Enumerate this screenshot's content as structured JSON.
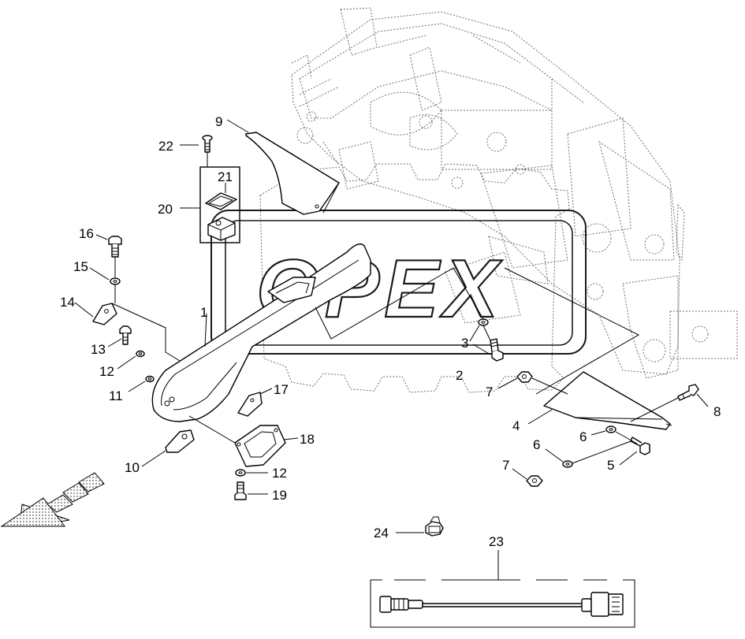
{
  "watermark": {
    "text": "OPEX"
  },
  "callouts": [
    {
      "id": "c1",
      "label": "1"
    },
    {
      "id": "c2",
      "label": "2"
    },
    {
      "id": "c3",
      "label": "3"
    },
    {
      "id": "c4",
      "label": "4"
    },
    {
      "id": "c5",
      "label": "5"
    },
    {
      "id": "c6a",
      "label": "6"
    },
    {
      "id": "c6b",
      "label": "6"
    },
    {
      "id": "c7a",
      "label": "7"
    },
    {
      "id": "c7b",
      "label": "7"
    },
    {
      "id": "c8",
      "label": "8"
    },
    {
      "id": "c9",
      "label": "9"
    },
    {
      "id": "c10",
      "label": "10"
    },
    {
      "id": "c11",
      "label": "11"
    },
    {
      "id": "c12a",
      "label": "12"
    },
    {
      "id": "c12b",
      "label": "12"
    },
    {
      "id": "c13",
      "label": "13"
    },
    {
      "id": "c14",
      "label": "14"
    },
    {
      "id": "c15",
      "label": "15"
    },
    {
      "id": "c16",
      "label": "16"
    },
    {
      "id": "c17",
      "label": "17"
    },
    {
      "id": "c18",
      "label": "18"
    },
    {
      "id": "c19",
      "label": "19"
    },
    {
      "id": "c20",
      "label": "20"
    },
    {
      "id": "c21",
      "label": "21"
    },
    {
      "id": "c22",
      "label": "22"
    },
    {
      "id": "c23",
      "label": "23"
    },
    {
      "id": "c24",
      "label": "24"
    }
  ],
  "colors": {
    "line": "#000000",
    "ghost_outline": "#6d6d6d",
    "background": "#ffffff",
    "arrow_fill": "#d0d0d0"
  },
  "icons": {
    "direction_arrow": "travel-direction-arrow-icon"
  }
}
